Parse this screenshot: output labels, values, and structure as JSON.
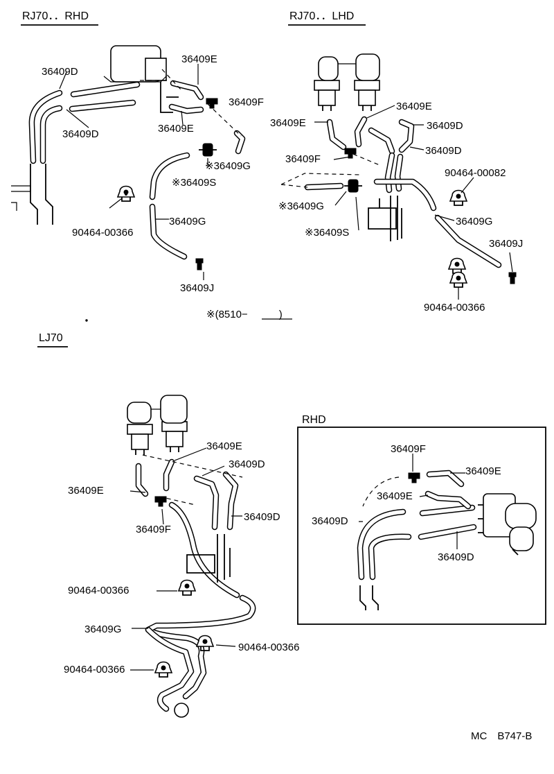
{
  "sections": {
    "rj70_rhd": "RJ70．．RHD",
    "rj70_lhd": "RJ70．．LHD",
    "lj70": "LJ70",
    "rhd": "RHD"
  },
  "footnote": "※(8510−　　　)",
  "diagram_code": "MC　B747-B",
  "rj70_rhd": {
    "p1": "36409D",
    "p2": "36409E",
    "p3": "36409F",
    "p4": "36409D",
    "p5": "36409E",
    "p6": "※36409G",
    "p7": "※36409S",
    "p8": "90464-00366",
    "p9": "36409G",
    "p10": "36409J"
  },
  "rj70_lhd": {
    "p1": "36409E",
    "p2": "36409E",
    "p3": "36409D",
    "p4": "36409D",
    "p5": "36409F",
    "p6": "90464-00082",
    "p7": "※36409G",
    "p8": "※36409S",
    "p9": "36409G",
    "p10": "36409J",
    "p11": "90464-00366"
  },
  "lj70": {
    "p1": "36409E",
    "p2": "36409D",
    "p3": "36409E",
    "p4": "36409D",
    "p5": "36409F",
    "p6": "90464-00366",
    "p7": "36409G",
    "p8": "90464-00366",
    "p9": "90464-00366"
  },
  "rhd_box": {
    "p1": "36409F",
    "p2": "36409E",
    "p3": "36409E",
    "p4": "36409D",
    "p5": "36409D"
  }
}
